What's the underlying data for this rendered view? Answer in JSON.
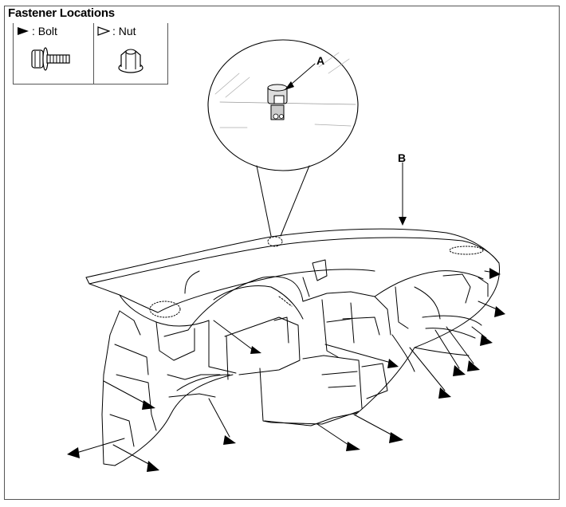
{
  "title": "Fastener Locations",
  "legend": {
    "bolt_label": ": Bolt",
    "nut_label": ": Nut",
    "bolt_icon": "bolt-icon",
    "nut_icon": "nut-icon"
  },
  "callouts": {
    "a": "A",
    "b": "B"
  }
}
